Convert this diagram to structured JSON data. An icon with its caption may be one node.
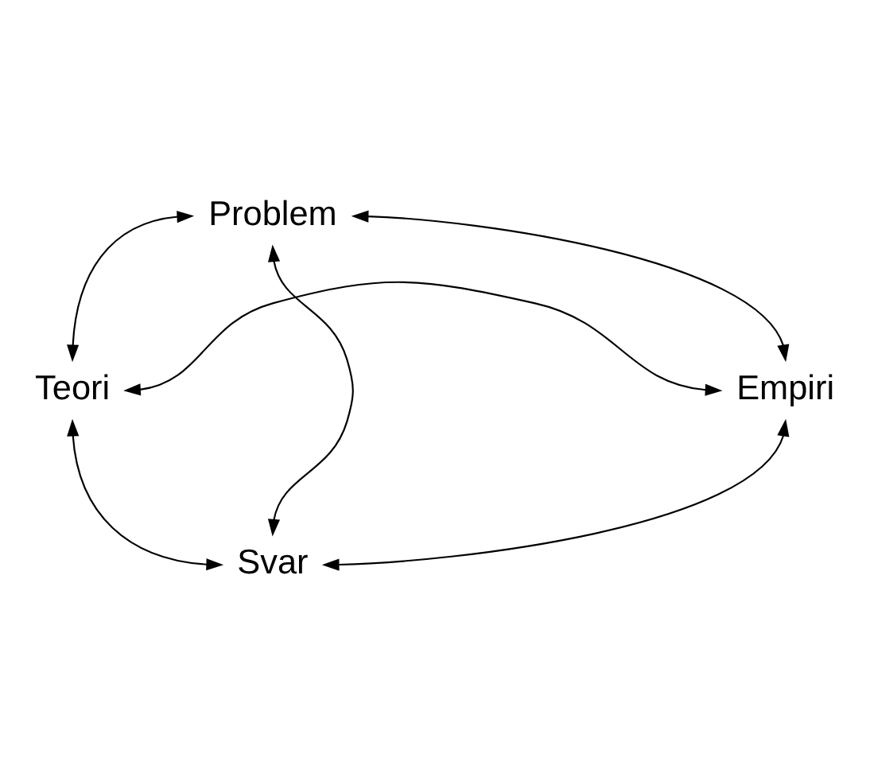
{
  "diagram": {
    "nodes": [
      {
        "text": [
          "Problem"
        ]
      },
      {
        "text": [
          "Teori"
        ]
      },
      {
        "text": [
          "Empiri"
        ]
      },
      {
        "text": [
          "Svar"
        ]
      }
    ],
    "edges": [
      {
        "from": 0,
        "to": 1,
        "arrow": "both"
      },
      {
        "from": 0,
        "to": 2,
        "arrow": "both"
      },
      {
        "from": 1,
        "to": 3,
        "arrow": "both"
      },
      {
        "from": 2,
        "to": 3,
        "arrow": "both"
      },
      {
        "from": 0,
        "to": 3,
        "arrow": "both"
      },
      {
        "from": 1,
        "to": 2,
        "arrow": "both"
      }
    ]
  }
}
